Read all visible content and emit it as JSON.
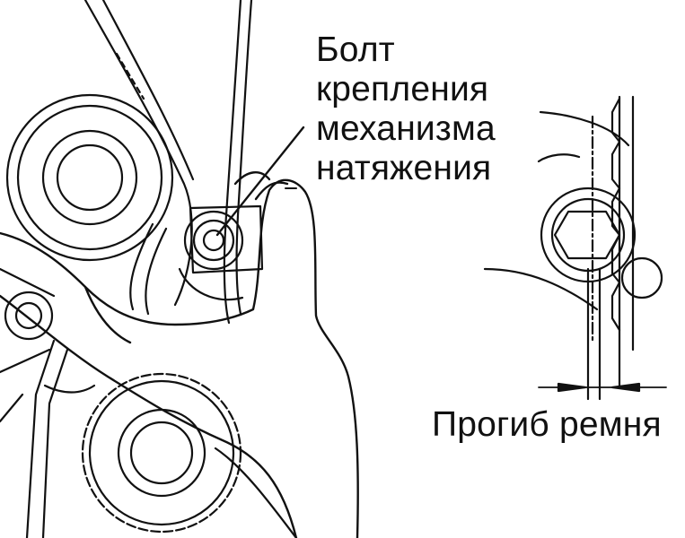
{
  "labels": {
    "bolt_lines": [
      "Болт",
      "крепления",
      "механизма",
      "натяжения"
    ],
    "deflection": "Прогиб ремня"
  },
  "colors": {
    "ink": "#111111",
    "paper": "#ffffff"
  }
}
